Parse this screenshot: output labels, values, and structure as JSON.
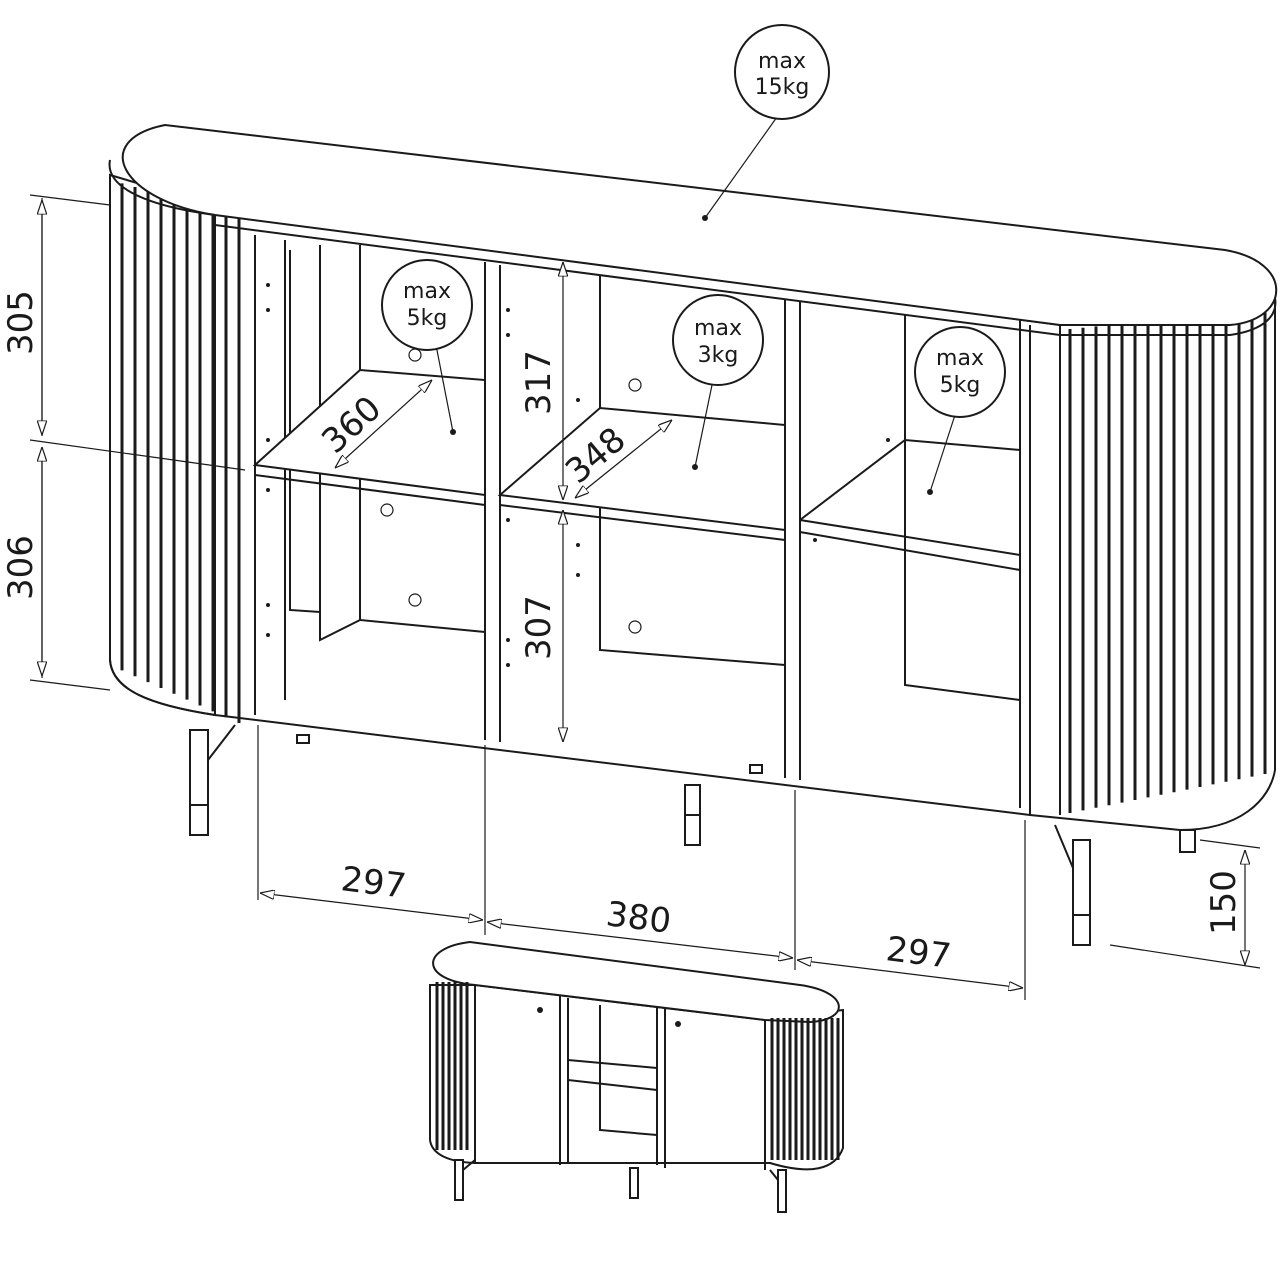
{
  "title": "Sideboard dimensions and load capacity",
  "load_labels": {
    "top": {
      "line1": "max",
      "line2": "15kg"
    },
    "left_shelf": {
      "line1": "max",
      "line2": "5kg"
    },
    "middle_shelf": {
      "line1": "max",
      "line2": "3kg"
    },
    "right_shelf": {
      "line1": "max",
      "line2": "5kg"
    }
  },
  "dimensions": {
    "upper_height": "305",
    "lower_height": "306",
    "middle_upper_height": "317",
    "middle_lower_height": "307",
    "left_shelf_depth": "360",
    "middle_shelf_depth": "348",
    "left_width": "297",
    "middle_width": "380",
    "right_width": "297",
    "leg_height": "150"
  }
}
